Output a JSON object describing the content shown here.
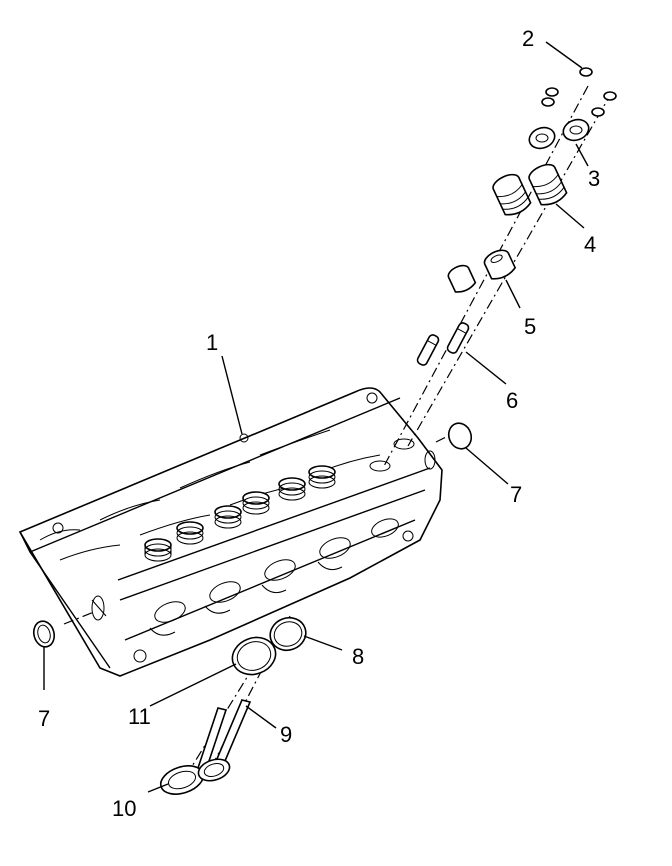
{
  "callouts": [
    {
      "id": "c1",
      "text": "1"
    },
    {
      "id": "c2",
      "text": "2"
    },
    {
      "id": "c3",
      "text": "3"
    },
    {
      "id": "c4",
      "text": "4"
    },
    {
      "id": "c5",
      "text": "5"
    },
    {
      "id": "c6",
      "text": "6"
    },
    {
      "id": "c7a",
      "text": "7"
    },
    {
      "id": "c7b",
      "text": "7"
    },
    {
      "id": "c8",
      "text": "8"
    },
    {
      "id": "c9",
      "text": "9"
    },
    {
      "id": "c10",
      "text": "10"
    },
    {
      "id": "c11",
      "text": "11"
    }
  ]
}
